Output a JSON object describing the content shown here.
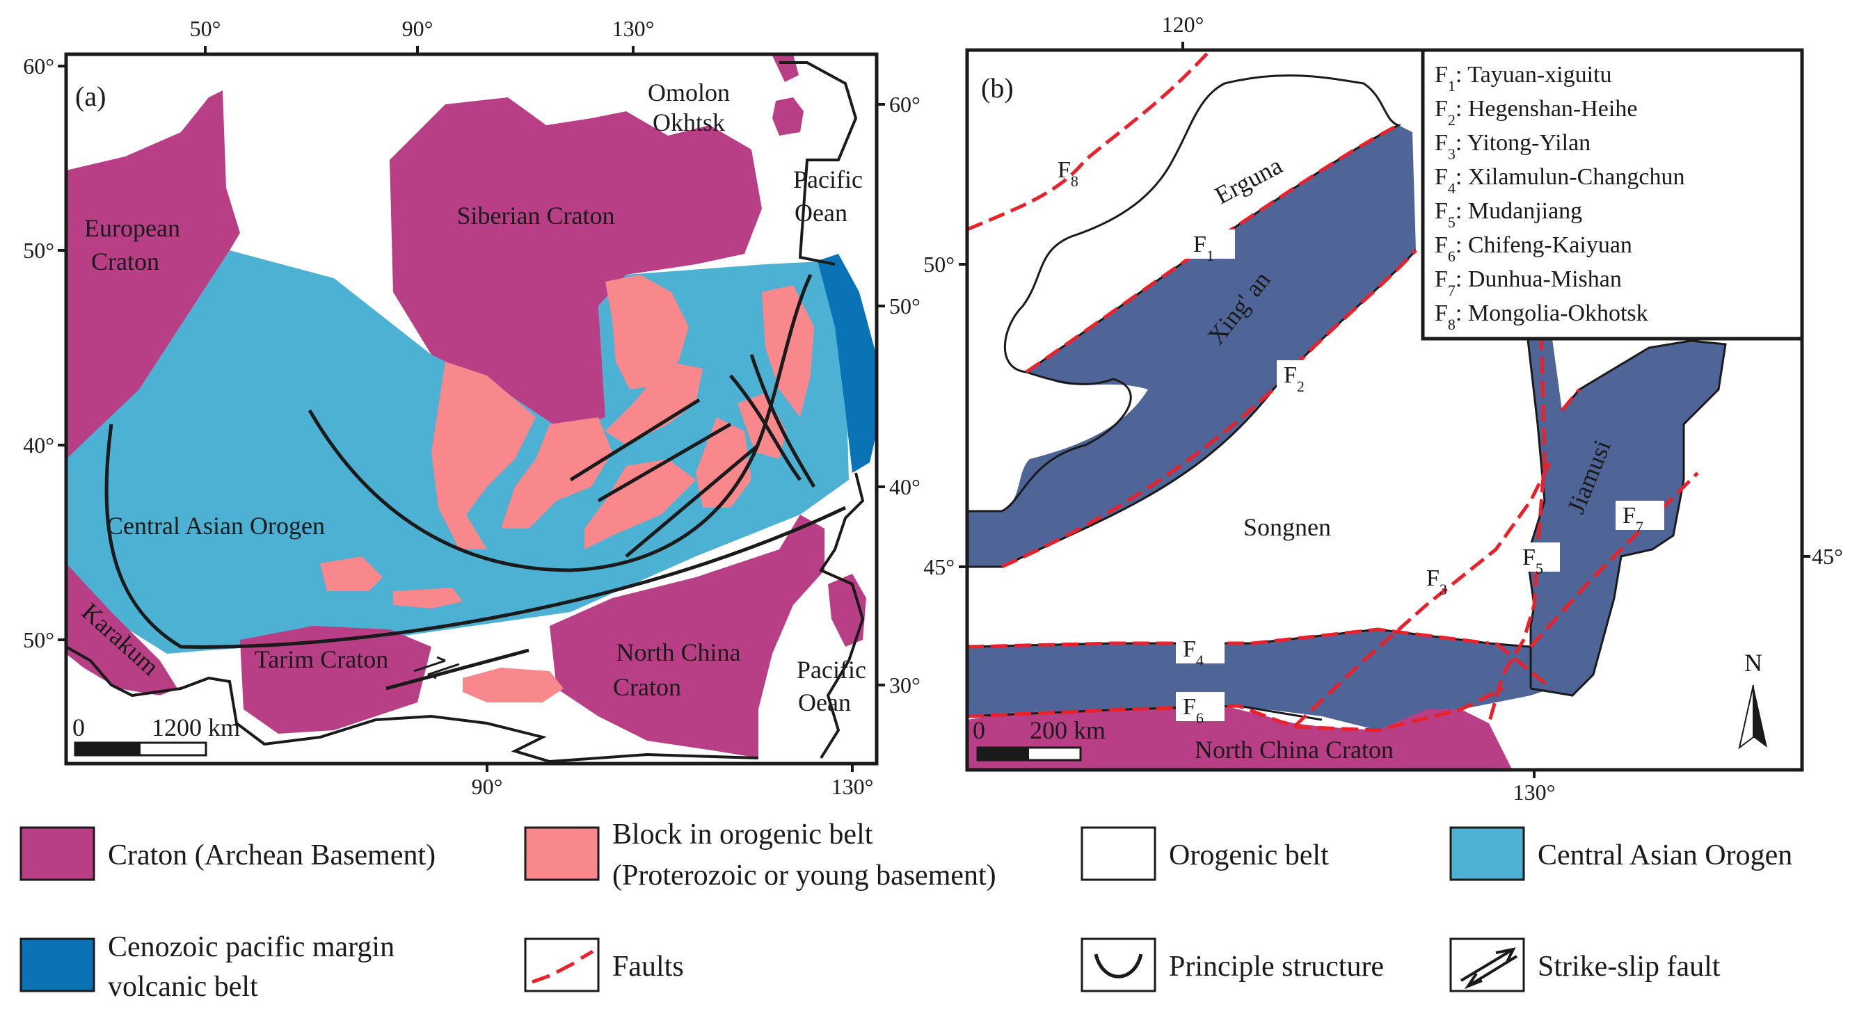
{
  "panel_a": {
    "panel_label": "(a)",
    "axis": {
      "top": [
        "50°",
        "90°",
        "130°"
      ],
      "bottom": [
        "90°",
        "130°"
      ],
      "left": [
        "60°",
        "50°",
        "40°",
        "50°"
      ],
      "right": [
        "60°",
        "50°",
        "40°",
        "30°"
      ]
    },
    "labels": {
      "omolon": "Omolon",
      "okhtsk": "Okhtsk",
      "pacific_top_1": "Pacific",
      "pacific_top_2": "Oean",
      "european_1": "European",
      "european_2": "Craton",
      "siberian": "Siberian Craton",
      "central_asian": "Central Asian Orogen",
      "karakum": "Karakum",
      "tarim": "Tarim Craton",
      "north_china_1": "North China",
      "north_china_2": "Craton",
      "pacific_bottom_1": "Pacific",
      "pacific_bottom_2": "Oean"
    },
    "scale": {
      "zero": "0",
      "distance": "1200 km"
    }
  },
  "panel_b": {
    "panel_label": "(b)",
    "axis": {
      "top": [
        "120°"
      ],
      "bottom": [
        "130°"
      ],
      "left": [
        "50°",
        "45°"
      ],
      "right": [
        "45°"
      ]
    },
    "labels": {
      "erguna": "Erguna",
      "xingan": "Xing' an",
      "songnen": "Songnen",
      "jiamusi": "Jiamusi",
      "north_china": "North China Craton",
      "north_arrow": "N"
    },
    "fault_tags": {
      "f1": {
        "main": "F",
        "sub": "1"
      },
      "f2": {
        "main": "F",
        "sub": "2"
      },
      "f3": {
        "main": "F",
        "sub": "3"
      },
      "f4": {
        "main": "F",
        "sub": "4"
      },
      "f5": {
        "main": "F",
        "sub": "5"
      },
      "f6": {
        "main": "F",
        "sub": "6"
      },
      "f7": {
        "main": "F",
        "sub": "7"
      },
      "f8": {
        "main": "F",
        "sub": "8"
      }
    },
    "fault_list": [
      {
        "sym": "F",
        "sub": "1",
        "name": ": Tayuan-xiguitu"
      },
      {
        "sym": "F",
        "sub": "2",
        "name": ": Hegenshan-Heihe"
      },
      {
        "sym": "F",
        "sub": "3",
        "name": ": Yitong-Yilan"
      },
      {
        "sym": "F",
        "sub": "4",
        "name": ": Xilamulun-Changchun"
      },
      {
        "sym": "F",
        "sub": "5",
        "name": ": Mudanjiang"
      },
      {
        "sym": "F",
        "sub": "6",
        "name": ": Chifeng-Kaiyuan"
      },
      {
        "sym": "F",
        "sub": "7",
        "name": ": Dunhua-Mishan"
      },
      {
        "sym": "F",
        "sub": "8",
        "name": ": Mongolia-Okhotsk"
      }
    ],
    "scale": {
      "zero": "0",
      "distance": "200 km"
    }
  },
  "legend": {
    "craton": "Craton (Archean Basement)",
    "block_1": "Block in orogenic belt",
    "block_2": "(Proterozoic or young basement)",
    "orogenic": "Orogenic belt",
    "central_asian": "Central Asian Orogen",
    "cenozoic_1": "Cenozoic pacific margin",
    "cenozoic_2": "volcanic belt",
    "faults": "Faults",
    "principle": "Principle structure",
    "strike_slip": "Strike-slip fault"
  },
  "colors": {
    "craton": "#b83f86",
    "block": "#f9888d",
    "central_asian": "#4cb1d3",
    "volcanic": "#0a73b6",
    "xingan_region": "#4f6597",
    "fault_red": "#e8212a",
    "outline": "#1a1a1a"
  }
}
